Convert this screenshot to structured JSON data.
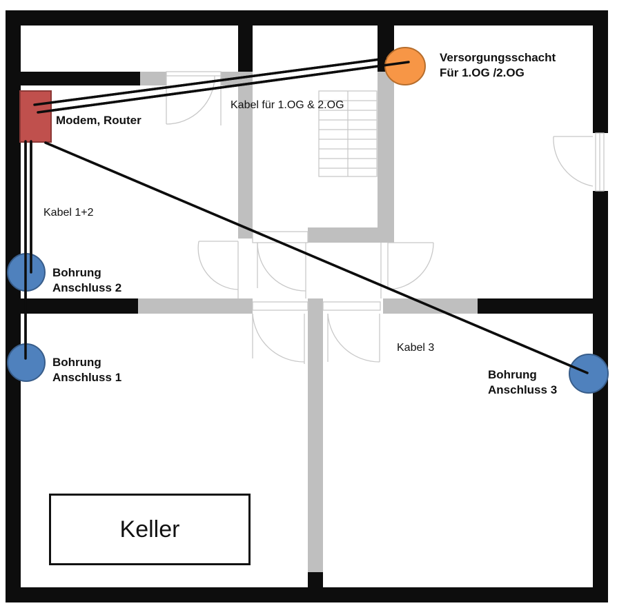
{
  "labels": {
    "supply_shaft_line1": "Versorgungsschacht",
    "supply_shaft_line2": "Für 1.OG /2.OG",
    "cable_upper_floors": "Kabel für 1.OG & 2.OG",
    "modem_router": "Modem, Router",
    "cable_1_2": "Kabel 1+2",
    "drill_2_line1": "Bohrung",
    "drill_2_line2": "Anschluss 2",
    "drill_1_line1": "Bohrung",
    "drill_1_line2": "Anschluss 1",
    "cable_3": "Kabel 3",
    "drill_3_line1": "Bohrung",
    "drill_3_line2": "Anschluss 3",
    "cellar": "Keller"
  },
  "colors": {
    "wall": "#0d0d0d",
    "inner_wall": "#bfbfbf",
    "door_line": "#c8c8c8",
    "cable": "#0d0d0d",
    "router_fill": "#c0504d",
    "router_stroke": "#8c3836",
    "shaft_fill": "#f79646",
    "shaft_stroke": "#b66d2c",
    "drill_fill": "#4f81bd",
    "drill_stroke": "#385d8a"
  }
}
